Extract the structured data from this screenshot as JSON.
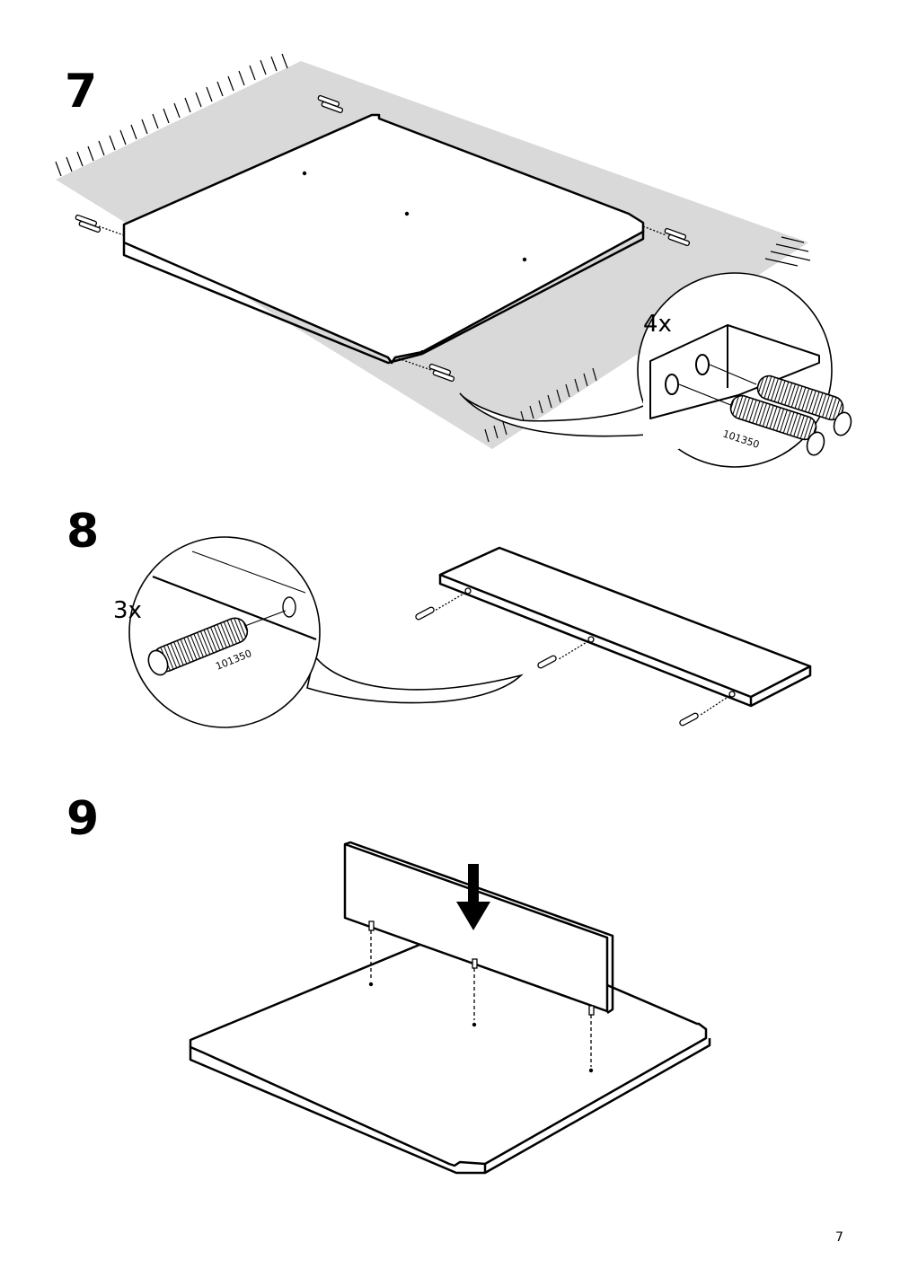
{
  "steps": [
    {
      "number": "7",
      "quantity": "4x",
      "part_code": "101350"
    },
    {
      "number": "8",
      "quantity": "3x",
      "part_code": "101350"
    },
    {
      "number": "9"
    }
  ],
  "page_number": "7",
  "colors": {
    "floor": "#d9d9d9",
    "line": "#000000",
    "panel": "#ffffff"
  },
  "icons": [
    "dowel-icon",
    "down-arrow-icon",
    "detail-magnifier-icon"
  ]
}
